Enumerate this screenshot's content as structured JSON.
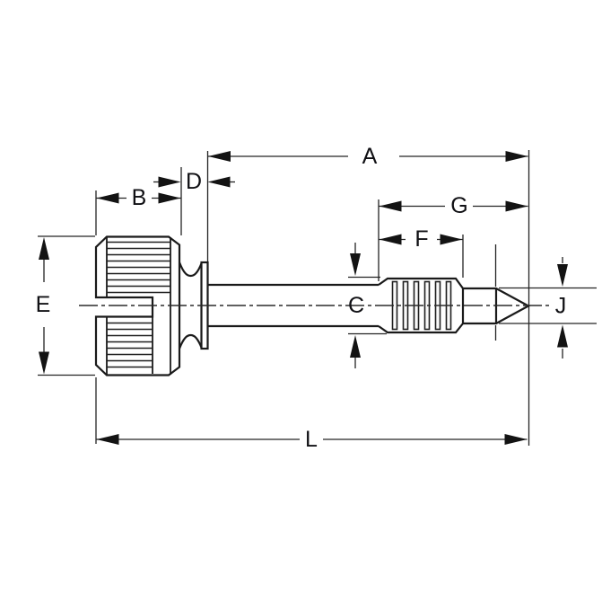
{
  "figure": {
    "kind": "technical-drawing",
    "subject": "captive panel thumb screw side view with dimension callouts"
  },
  "colors": {
    "background": "#ffffff",
    "line": "#1a1a1a",
    "label": "#101014"
  },
  "dim_labels": {
    "A": "A",
    "B": "B",
    "C": "C",
    "D": "D",
    "E": "E",
    "F": "F",
    "G": "G",
    "J": "J",
    "L": "L"
  }
}
